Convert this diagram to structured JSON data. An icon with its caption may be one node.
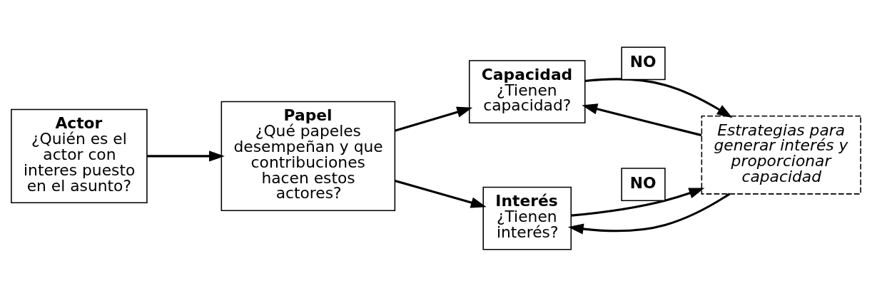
{
  "diagram": {
    "nodes": [
      {
        "text": [
          "Actor",
          "¿Quién es el actor con interes puesto en el asunto?"
        ]
      },
      {
        "text": [
          "Papel",
          "¿Qué papeles desempeñan y que contribuciones hacen estos actores?"
        ]
      },
      {
        "text": [
          "Capacidad",
          "¿Tienen capacidad?"
        ]
      },
      {
        "text": [
          "Interés",
          "¿Tienen interés?"
        ]
      },
      {
        "text": [
          "Estrategias para generar interés y proporcionar capacidad"
        ]
      }
    ],
    "edges": [
      {
        "from": 0,
        "to": 1,
        "arrow": "to"
      },
      {
        "from": 1,
        "to": 2,
        "arrow": "to"
      },
      {
        "from": 1,
        "to": 3,
        "arrow": "to"
      },
      {
        "from": 2,
        "to": 4,
        "arrow": "to",
        "label": "NO"
      },
      {
        "from": 3,
        "to": 4,
        "arrow": "to",
        "label": "NO"
      },
      {
        "from": 4,
        "to": 2,
        "arrow": "to"
      },
      {
        "from": 4,
        "to": 3,
        "arrow": "to"
      }
    ]
  }
}
